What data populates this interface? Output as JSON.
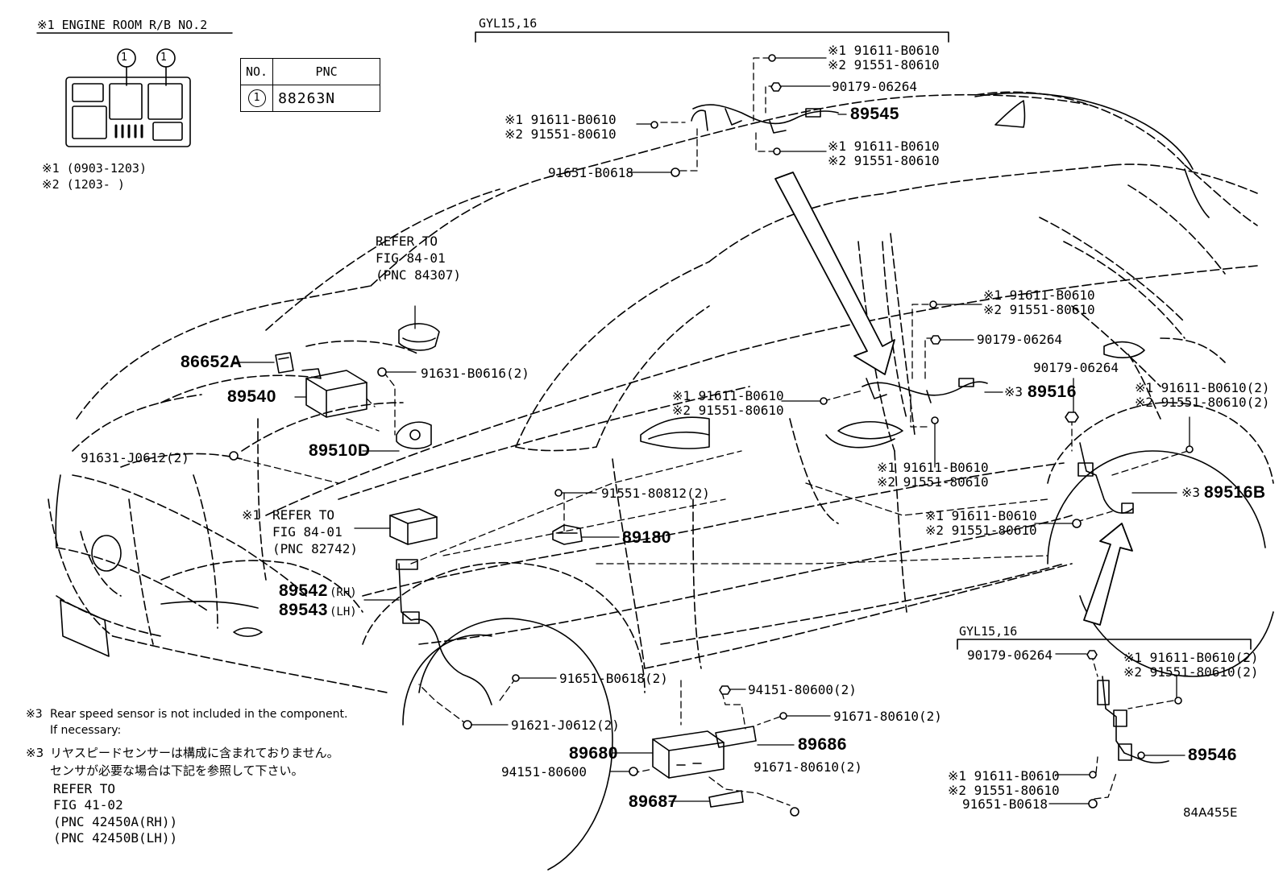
{
  "header": {
    "engine_room_title": "※1 ENGINE ROOM R/B NO.2",
    "variant_top": "GYL15,16",
    "variant_bottom": "GYL15,16",
    "relay_circle_1": "1",
    "relay_circle_2": "1",
    "date_note_1": "※1 (0903-1203)",
    "date_note_2": "※2 (1203-        )"
  },
  "pnc_table": {
    "col_no": "NO.",
    "col_pnc": "PNC",
    "row_no": "1",
    "row_pnc": "88263N"
  },
  "part_numbers": {
    "p89545": "89545",
    "p89516": "89516",
    "p89516B": "89516B",
    "p86652A": "86652A",
    "p89540": "89540",
    "p89510D": "89510D",
    "p89180": "89180",
    "p89542": "89542",
    "p89543": "89543",
    "p89680": "89680",
    "p89686": "89686",
    "p89687": "89687",
    "p89546": "89546",
    "rh": "(RH)",
    "lh": "(LH)"
  },
  "fasteners": {
    "top_right_1a": "※1 91611-B0610",
    "top_right_1b": "※2 91551-80610",
    "top_nut": "90179-06264",
    "top_left_a": "※1 91611-B0610",
    "top_left_b": "※2 91551-80610",
    "top_right_2a": "※1 91611-B0610",
    "top_right_2b": "※2 91551-80610",
    "top_bolt": "91651-B0618",
    "mid_right_a": "※1 91611-B0610",
    "mid_right_b": "※2 91551-80610",
    "mid_nut": "90179-06264",
    "mid_left_a": "※1 91611-B0610",
    "mid_left_b": "※2 91551-80610",
    "mid_below_a": "※1 91611-B0610",
    "mid_below_b": "※2 91551-80610",
    "rear_nut": "90179-06264",
    "rear_right_a": "※1 91611-B0610(2)",
    "rear_right_b": "※2 91551-80610(2)",
    "rear_left_a": "※1 91611-B0610",
    "rear_left_b": "※2 91551-80610",
    "s3_prefix_1": "※3",
    "s3_prefix_2": "※3",
    "s1_prefix": "※1",
    "front_bolt_2": "91631-B0616(2)",
    "front_bolt_j": "91631-J0612(2)",
    "sill_bolt": "91551-80812(2)",
    "wheel_bolt": "91651-B0618(2)",
    "wheel_bolt_2": "91621-J0612(2)",
    "ecu_nut_1": "94151-80600(2)",
    "ecu_bolt_1": "91671-80610(2)",
    "ecu_nut_2": "94151-80600",
    "ecu_bolt_2": "91671-80610(2)",
    "inset_nut": "90179-06264",
    "inset_right_a": "※1 91611-B0610(2)",
    "inset_right_b": "※2 91551-80610(2)",
    "inset_left_a": "※1 91611-B0610",
    "inset_left_b": "※2 91551-80610",
    "inset_bolt": "91651-B0618"
  },
  "references": {
    "ref1_l1": "REFER TO",
    "ref1_l2": "FIG 84-01",
    "ref1_l3": "(PNC 84307)",
    "ref2_l1": "REFER TO",
    "ref2_l2": "FIG 84-01",
    "ref2_l3": "(PNC 82742)"
  },
  "notes": {
    "en_mark": "※3",
    "en_l1": "Rear speed sensor is not included in the component.",
    "en_l2": "If necessary:",
    "jp_mark": "※3",
    "jp_l1": "リヤスピードセンサーは構成に含まれておりません。",
    "jp_l2": "センサが必要な場合は下記を参照して下さい。",
    "ref_l1": "REFER TO",
    "ref_l2": "FIG 41-02",
    "ref_l3": "(PNC 42450A(RH))",
    "ref_l4": "(PNC 42450B(LH))"
  },
  "figure_code": "84A455E"
}
